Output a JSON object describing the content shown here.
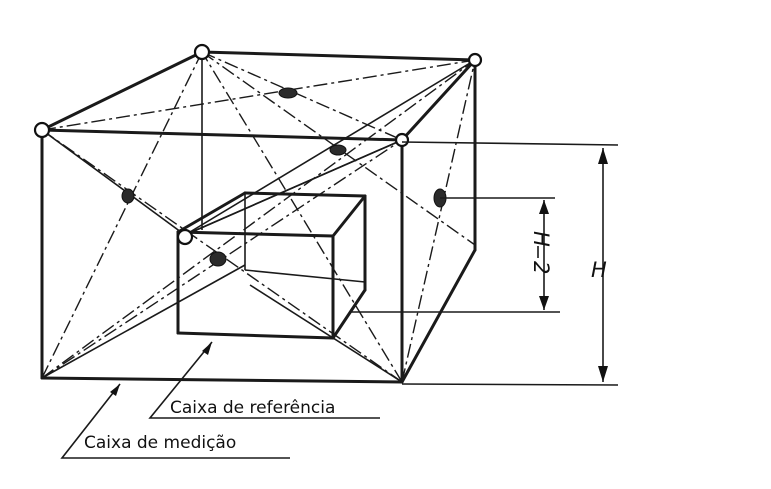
{
  "labels": {
    "reference_box": "Caixa de referência",
    "measurement_box": "Caixa de medição",
    "height": "H",
    "half_height_num": "H",
    "half_height_den": "2"
  }
}
